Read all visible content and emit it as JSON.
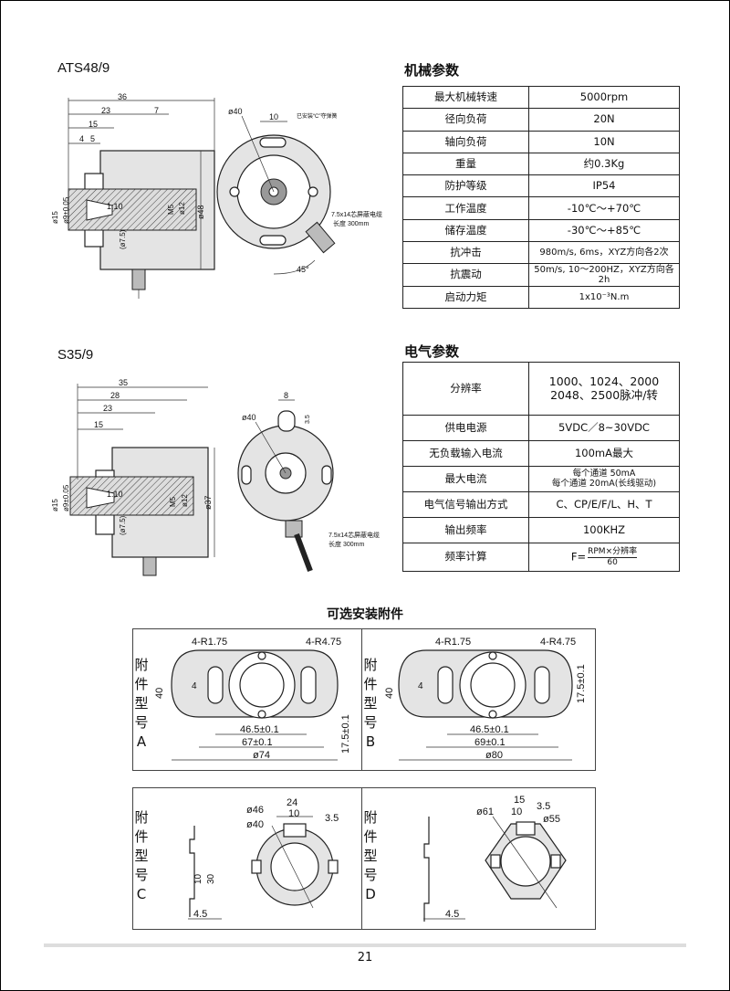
{
  "models": {
    "m1": "ATS48/9",
    "m2": "S35/9"
  },
  "mech": {
    "title": "机械参数",
    "rows": [
      {
        "k": "最大机械转速",
        "v": "5000rpm"
      },
      {
        "k": "径向负荷",
        "v": "20N"
      },
      {
        "k": "轴向负荷",
        "v": "10N"
      },
      {
        "k": "重量",
        "v": "约0.3Kg"
      },
      {
        "k": "防护等级",
        "v": "IP54"
      },
      {
        "k": "工作温度",
        "v": "-10℃～+70℃"
      },
      {
        "k": "储存温度",
        "v": "-30℃～+85℃"
      },
      {
        "k": "抗冲击",
        "v": "980m/s, 6ms，XYZ方向各2次"
      },
      {
        "k": "抗震动",
        "v": "50m/s, 10～200HZ，XYZ方向各2h"
      },
      {
        "k": "启动力矩",
        "v": "1x10⁻³N.m"
      }
    ]
  },
  "elec": {
    "title": "电气参数",
    "rows": [
      {
        "k": "分辨率",
        "v1": "1000、1024、2000",
        "v2": "2048、2500脉冲/转"
      },
      {
        "k": "供电电源",
        "v1": "5VDC／8~30VDC"
      },
      {
        "k": "无负载输入电流",
        "v1": "100mA最大"
      },
      {
        "k": "最大电流",
        "v1": "每个通道 50mA",
        "v2": "每个通道 20mA(长线驱动)"
      },
      {
        "k": "电气信号输出方式",
        "v1": "C、CP/E/F/L、H、T"
      },
      {
        "k": "输出频率",
        "v1": "100KHZ"
      },
      {
        "k": "频率计算",
        "v1": "F=",
        "num": "RPM×分辨率",
        "den": "60"
      }
    ]
  },
  "drawing1": {
    "d36": "36",
    "d23": "23",
    "d7": "7",
    "d15": "15",
    "d4": "4",
    "d5": "5",
    "phi15": "ø15",
    "phi9": "ø9±0.05",
    "taper": "1:10",
    "m5": "M5",
    "phi12": "ø12",
    "phi48": "ø48",
    "d75": "(ø7.5)",
    "phi40": "ø40",
    "d10": "10",
    "note": "已安装“C”夺弹簧",
    "cable": "7.5x14芯屏蔽电缆",
    "cablelen": "长度   300mm",
    "angle": "45°"
  },
  "drawing2": {
    "d35": "35",
    "d28": "28",
    "d23": "23",
    "d15": "15",
    "phi15": "ø15",
    "phi9": "ø9±0.05",
    "taper": "1:10",
    "m5": "M5",
    "phi12": "ø12",
    "phi37": "ø37",
    "d75": "(ø7.5)",
    "phi40": "ø40",
    "d8": "8",
    "d35s": "3.5",
    "cable": "7.5x14芯屏蔽电缆",
    "cablelen": "长度   300mm"
  },
  "acc": {
    "title": "可选安装附件",
    "label_a": "附件型号A",
    "label_b": "附件型号B",
    "label_c": "附件型号C",
    "label_d": "附件型号D",
    "a": {
      "r175": "4-R1.75",
      "r475": "4-R4.75",
      "h40": "40",
      "d4": "4",
      "d465": "46.5±0.1",
      "d67": "67±0.1",
      "phi74": "ø74",
      "d175": "17.5±0.1"
    },
    "b": {
      "r175": "4-R1.75",
      "r475": "4-R4.75",
      "h40": "40",
      "d4": "4",
      "d465": "46.5±0.1",
      "d69": "69±0.1",
      "phi80": "ø80",
      "d175": "17.5±0.1"
    },
    "c": {
      "d24": "24",
      "d10": "10",
      "d35": "3.5",
      "phi46": "ø46",
      "phi40": "ø40",
      "v10": "10",
      "v30": "30",
      "d45": "4.5"
    },
    "d": {
      "d15": "15",
      "d10": "10",
      "d35": "3.5",
      "phi61": "ø61",
      "phi55": "ø55",
      "d45": "4.5"
    }
  },
  "page": {
    "number": "21"
  }
}
